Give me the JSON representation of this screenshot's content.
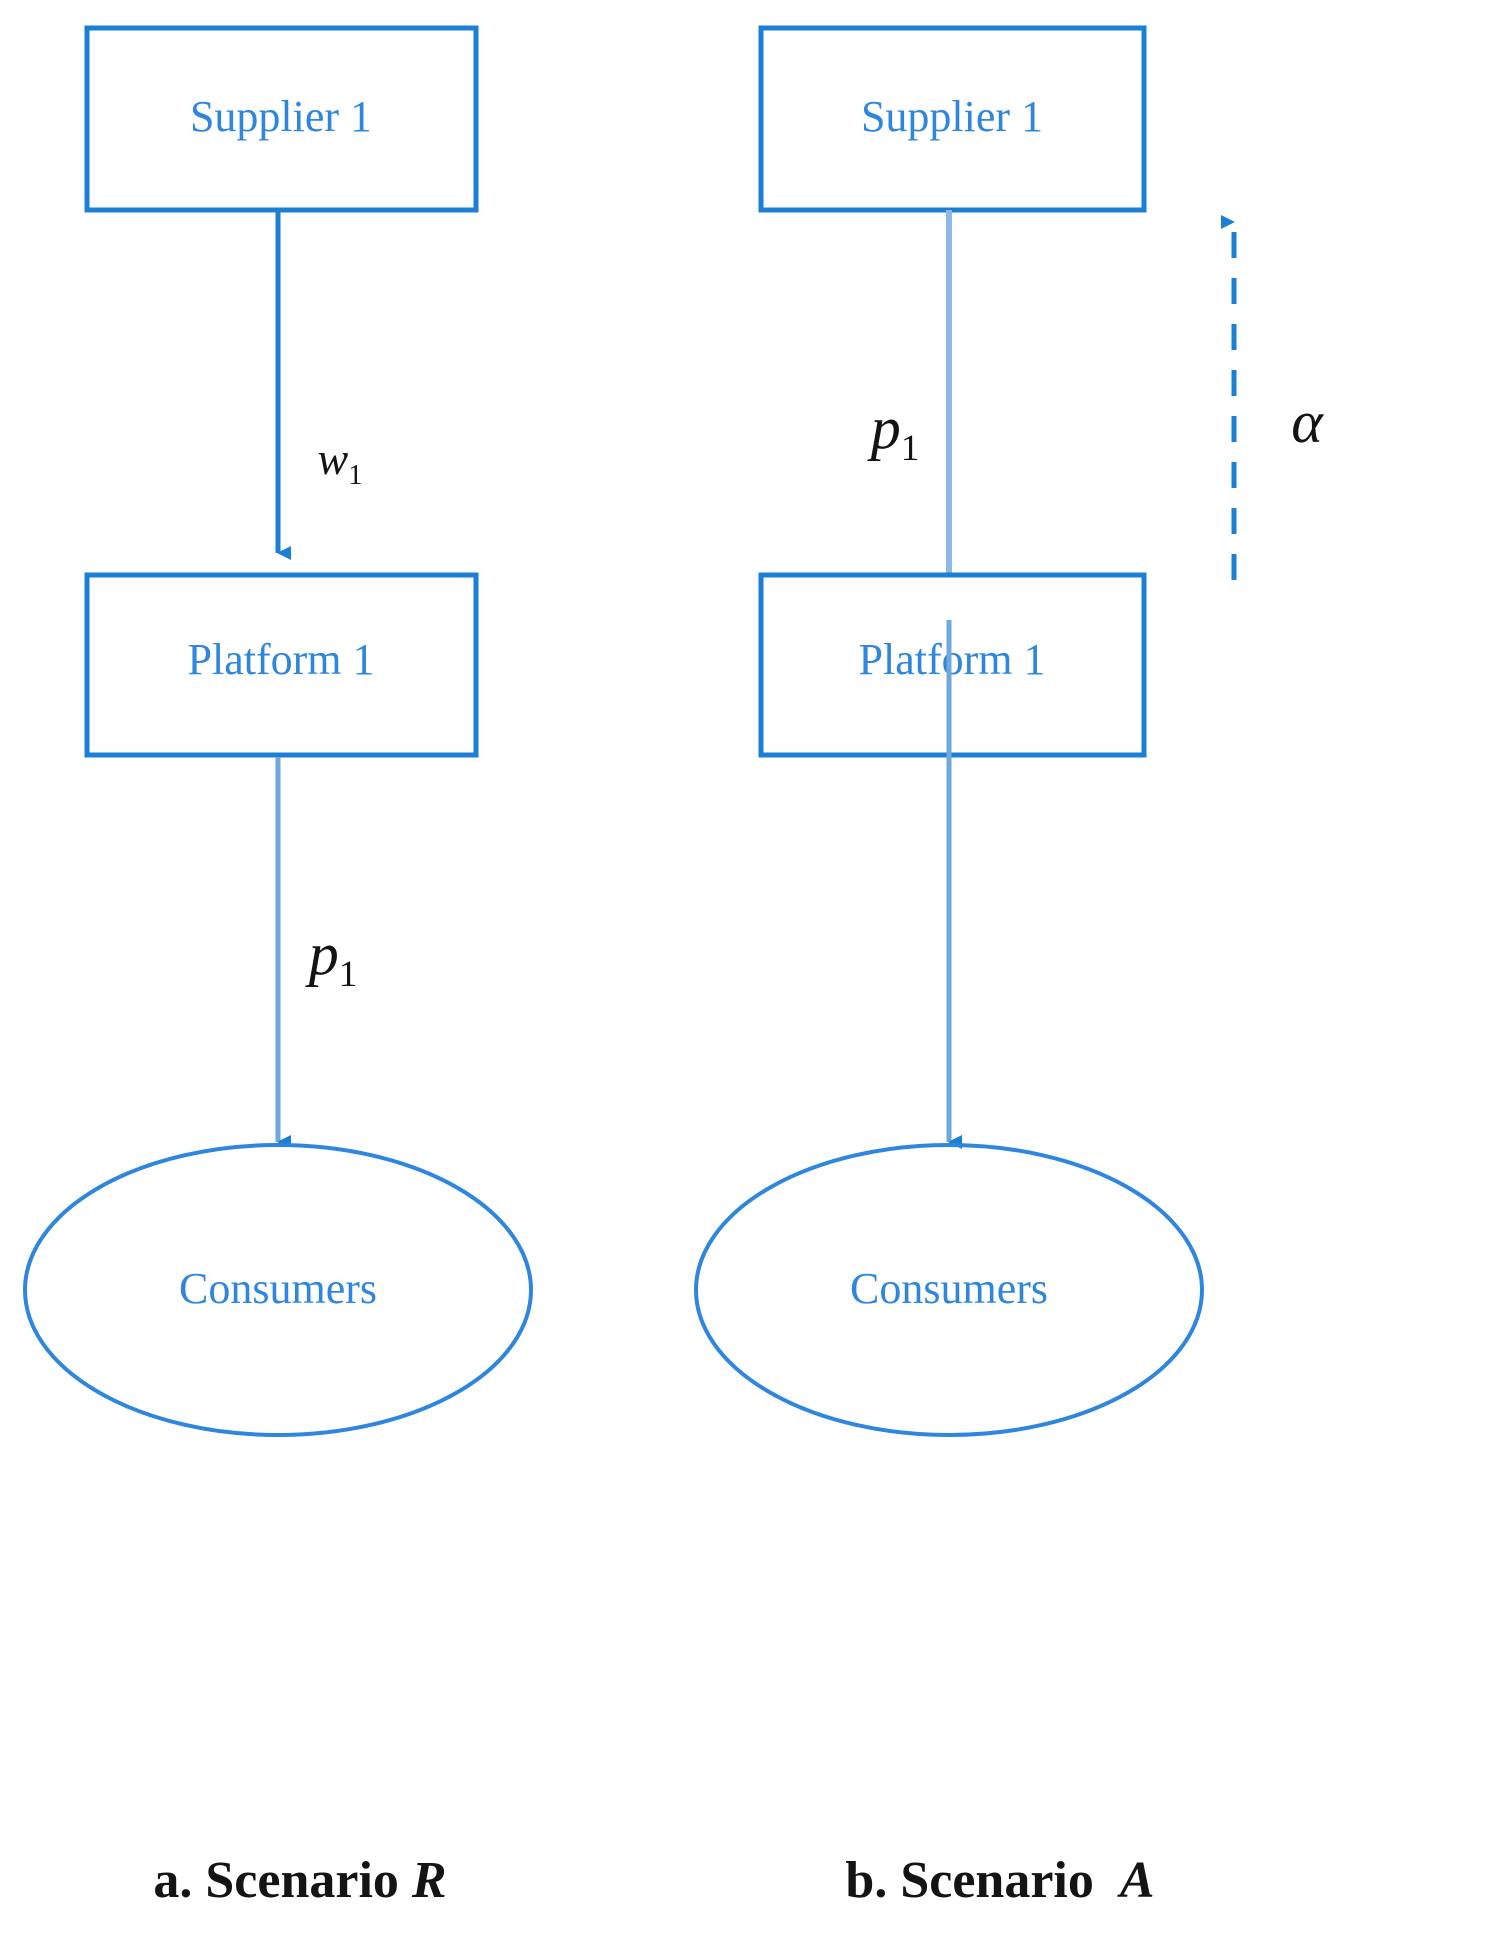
{
  "figure": {
    "type": "supply-chain-flow-diagram",
    "colors": {
      "stroke": "#1C7FD6",
      "node_text": "#2E86DE",
      "label_text": "#141414",
      "background": "#FFFFFF"
    },
    "panels": [
      {
        "id": "panel-a",
        "caption_prefix": "a. Scenario",
        "caption_symbol": "R",
        "caption_full": "a. Scenario R",
        "nodes": [
          {
            "id": "supplier",
            "shape": "rect",
            "label": "Supplier 1"
          },
          {
            "id": "platform",
            "shape": "rect",
            "label": "Platform 1"
          },
          {
            "id": "consumers",
            "shape": "ellipse",
            "label": "Consumers"
          }
        ],
        "edges": [
          {
            "id": "supplier-to-platform",
            "from": "Supplier 1",
            "to": "Platform 1",
            "style": "solid",
            "direction": "down",
            "arrow": true,
            "label_base": "w",
            "label_sub": "1",
            "label": "w1"
          },
          {
            "id": "platform-to-consumers",
            "from": "Platform 1",
            "to": "Consumers",
            "style": "solid",
            "direction": "down",
            "arrow": true,
            "label_base": "p",
            "label_sub": "1",
            "label": "p1"
          }
        ]
      },
      {
        "id": "panel-b",
        "caption_prefix": "b. Scenario",
        "caption_symbol": "A",
        "caption_full": "b. Scenario  A",
        "nodes": [
          {
            "id": "supplier",
            "shape": "rect",
            "label": "Supplier 1"
          },
          {
            "id": "platform",
            "shape": "rect",
            "label": "Platform 1"
          },
          {
            "id": "consumers",
            "shape": "ellipse",
            "label": "Consumers"
          }
        ],
        "edges": [
          {
            "id": "supplier-through-platform-to-consumers",
            "from": "Supplier 1",
            "to": "Consumers",
            "style": "solid",
            "direction": "down",
            "arrow": true,
            "label_base": "p",
            "label_sub": "1",
            "label": "p1"
          },
          {
            "id": "platform-to-supplier-commission",
            "from": "Platform 1",
            "to": "Supplier 1",
            "style": "dashed",
            "direction": "up",
            "arrow": true,
            "label_base": "α",
            "label_sub": "",
            "label": "α"
          }
        ]
      }
    ]
  }
}
